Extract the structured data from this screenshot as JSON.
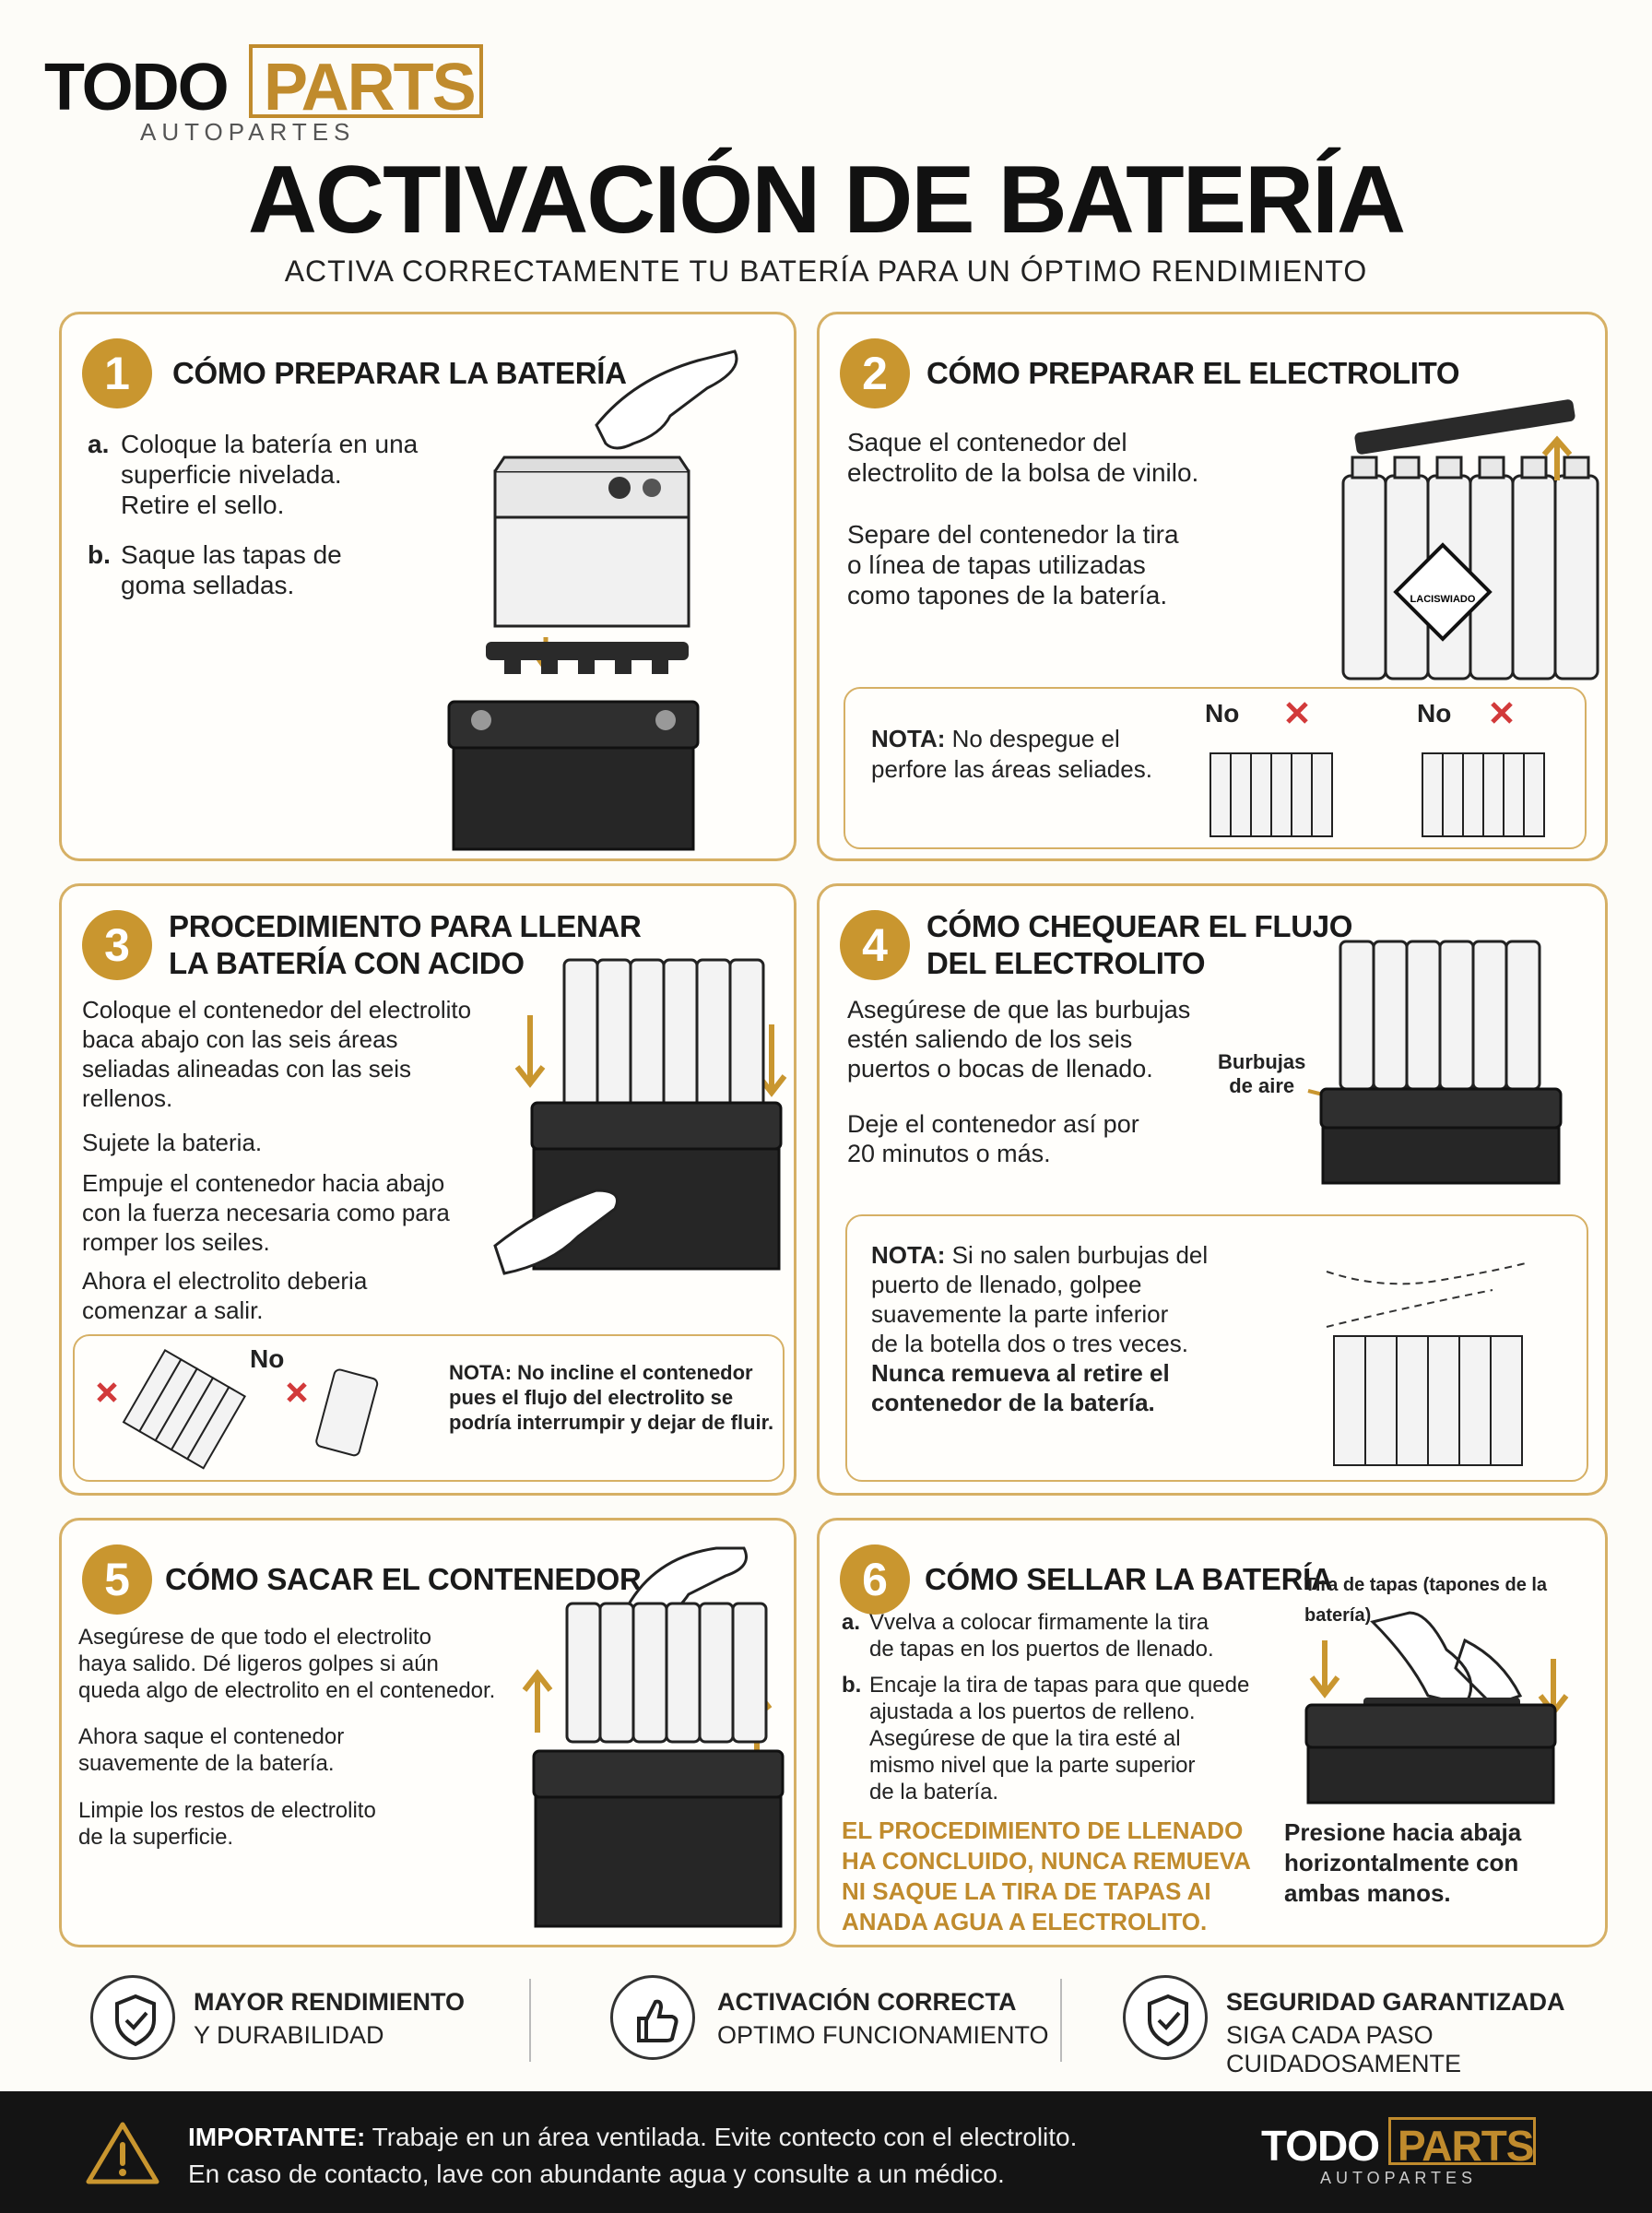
{
  "brand": {
    "name_left": "TODO",
    "name_right": "PARTS",
    "tagline": "AUTOPARTES"
  },
  "header": {
    "title": "ACTIVACIÓN DE BATERÍA",
    "subtitle": "ACTIVA CORRECTAMENTE TU BATERÍA PARA UN ÓPTIMO RENDIMIENTO"
  },
  "steps": [
    {
      "number": "1",
      "title": "CÓMO PREPARAR LA BATERÍA",
      "items": [
        {
          "label": "a.",
          "lines": [
            "Coloque la batería en una",
            "superficie nivelada.",
            "Retire el sello."
          ]
        },
        {
          "label": "b.",
          "lines": [
            "Saque las tapas de",
            "goma selladas."
          ]
        }
      ]
    },
    {
      "number": "2",
      "title": "CÓMO PREPARAR EL ELECTROLITO",
      "p1": [
        "Saque el contenedor del",
        "electrolito de la bolsa de vinilo."
      ],
      "p2": [
        "Separe del contenedor la tira",
        "o línea de tapas utilizadas",
        "como tapones de la batería."
      ],
      "label_sticker": "LACISWIADO",
      "note_label": "NOTA:",
      "note": [
        "No despegue el",
        "perfore las áreas seliades."
      ],
      "no1": "No",
      "no2": "No"
    },
    {
      "number": "3",
      "title_lines": [
        "PROCEDIMIENTO PARA LLENAR",
        "LA BATERÍA CON ACIDO"
      ],
      "p1": [
        "Coloque el contenedor del electrolito",
        "baca abajo con las seis áreas",
        "seliadas alineadas con las seis",
        "rellenos."
      ],
      "p2": "Sujete la bateria.",
      "p3": [
        "Empuje el contenedor hacia abajo",
        "con la fuerza necesaria como para",
        "romper los seiles."
      ],
      "p4": [
        "Ahora el electrolito deberia",
        "comenzar a salir."
      ],
      "no": "No",
      "note": [
        "NOTA: No incline el contenedor",
        "pues el flujo del electrolito se",
        "podría interrumpir y dejar de fluir."
      ]
    },
    {
      "number": "4",
      "title_lines": [
        "CÓMO CHEQUEAR EL FLUJO",
        "DEL ELECTROLITO"
      ],
      "p1": [
        "Asegúrese de que las burbujas",
        "estén saliendo de los seis",
        "puertos o bocas de llenado."
      ],
      "p2": [
        "Deje el contenedor así por",
        "20 minutos o más."
      ],
      "bubble_label": [
        "Burbujas",
        "de aire"
      ],
      "note_label": "NOTA:",
      "note": [
        "Si no salen burbujas del",
        "puerto de llenado, golpee",
        "suavemente la parte inferior",
        "de la botella dos o tres veces."
      ],
      "note_bold": [
        "Nunca remueva al retire el",
        "contenedor de la batería."
      ]
    },
    {
      "number": "5",
      "title": "CÓMO SACAR EL CONTENEDOR",
      "p1": [
        "Asegúrese de que todo el electrolito",
        "haya salido. Dé ligeros golpes si aún",
        "queda algo de electrolito en el contenedor."
      ],
      "p2": [
        "Ahora saque el contenedor",
        "suavemente de la batería."
      ],
      "p3": [
        "Limpie los restos de electrolito",
        "de la superficie."
      ]
    },
    {
      "number": "6",
      "title": "CÓMO SELLAR LA BATERÍA",
      "a_label": "a.",
      "a": [
        "Vvelva a colocar firmamente la tira",
        "de tapas en los puertos de llenado."
      ],
      "b_label": "b.",
      "b": [
        "Encaje la tira de tapas para que quede",
        "ajustada a los puertos de relleno.",
        "Asegúrese de que la tira esté al",
        "mismo nivel que la parte superior",
        "de la batería."
      ],
      "warning": [
        "EL PROCEDIMIENTO DE LLENADO",
        "HA CONCLUIDO, NUNCA REMUEVA",
        "NI SAQUE LA TIRA DE TAPAS AI",
        "ANADA AGUA A ELECTROLITO."
      ],
      "strip_label": "Tira de tapas (tapones de la batería)",
      "press": [
        "Presione hacia abaja",
        "horizontalmente con",
        "ambas manos."
      ]
    }
  ],
  "features": [
    {
      "icon": "shield-check-icon",
      "title": "MAYOR RENDIMIENTO",
      "subtitle": "Y DURABILIDAD"
    },
    {
      "icon": "thumbs-up-icon",
      "title": "ACTIVACIÓN CORRECTA",
      "subtitle": "OPTIMO FUNCIONAMIENTO"
    },
    {
      "icon": "shield-check-icon",
      "title": "SEGURIDAD GARANTIZADA",
      "subtitle": "SIGA CADA PASO CUIDADOSAMENTE"
    }
  ],
  "footer": {
    "important_label": "IMPORTANTE:",
    "line1": "Trabaje en un área ventilada. Evite contecto con el electrolito.",
    "line2": "En caso de contacto, lave con abundante agua y consulte a un médico."
  },
  "colors": {
    "gold": "#c9962f",
    "dark": "#141414",
    "card_border": "#d6b065",
    "red_x": "#d23a3a"
  }
}
